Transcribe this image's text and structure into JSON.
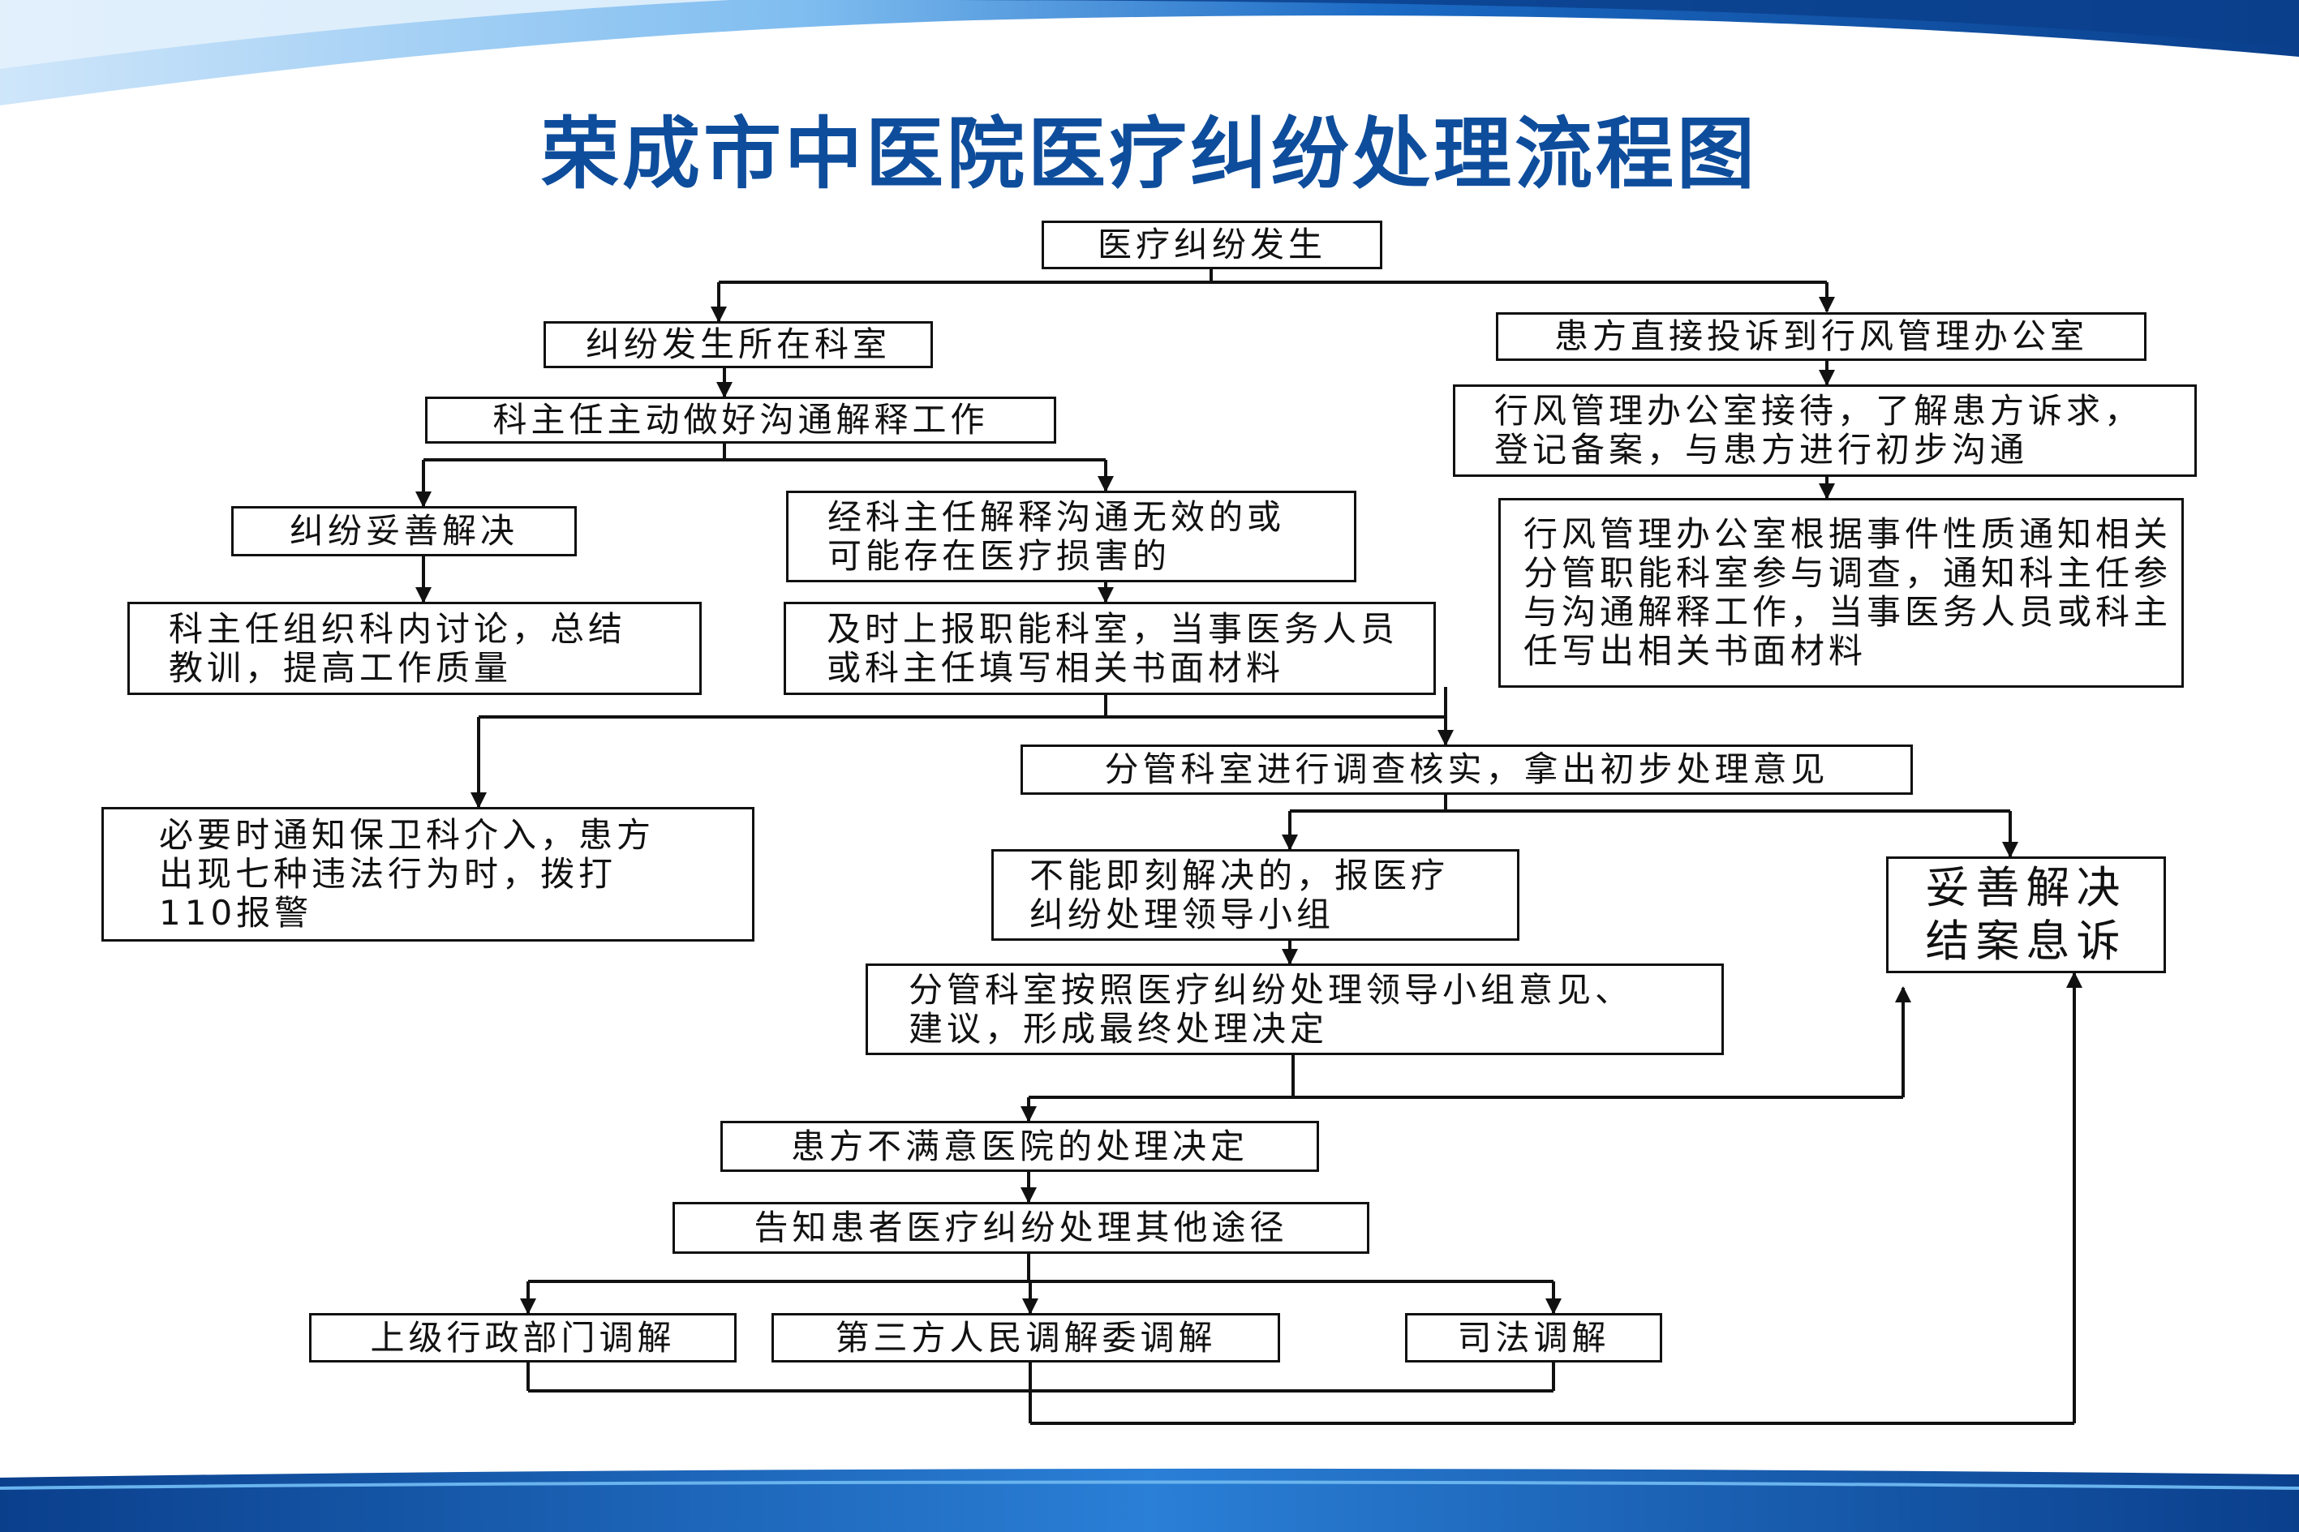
{
  "title": "荣成市中医院医疗纠纷处理流程图",
  "colors": {
    "title": "#0e4d9c",
    "banner_dark": "#0a3f8c",
    "banner_light": "#5aa6e6",
    "line": "#111111"
  },
  "nodes": {
    "start": "医疗纠纷发生",
    "dept": "纠纷发生所在科室",
    "complaint": "患方直接投诉到行风管理办公室",
    "director_comm": "科主任主动做好沟通解释工作",
    "office_receive": "行风管理办公室接待，了解患方诉求，\n登记备案，与患方进行初步沟通",
    "resolved_dept": "纠纷妥善解决",
    "ineffective": "经科主任解释沟通无效的或\n可能存在医疗损害的",
    "office_notify": "行风管理办公室根据事件性质通知相关\n分管职能科室参与调查，通知科主任参\n与沟通解释工作，当事医务人员或科主\n任写出相关书面材料",
    "summary": "科主任组织科内讨论，总结\n教训，提高工作质量",
    "report": "及时上报职能科室，当事医务人员\n或科主任填写相关书面材料",
    "investigate": "分管科室进行调查核实，拿出初步处理意见",
    "security": "必要时通知保卫科介入，患方\n出现七种违法行为时，拨打\n110报警",
    "leader_group": "不能即刻解决的，报医疗\n纠纷处理领导小组",
    "closed": "妥善解决\n结案息诉",
    "final_decision": "分管科室按照医疗纠纷处理领导小组意见、\n建议，形成最终处理决定",
    "dissatisfied": "患方不满意医院的处理决定",
    "other_ways": "告知患者医疗纠纷处理其他途径",
    "admin_mediation": "上级行政部门调解",
    "third_party": "第三方人民调解委调解",
    "judicial": "司法调解"
  }
}
